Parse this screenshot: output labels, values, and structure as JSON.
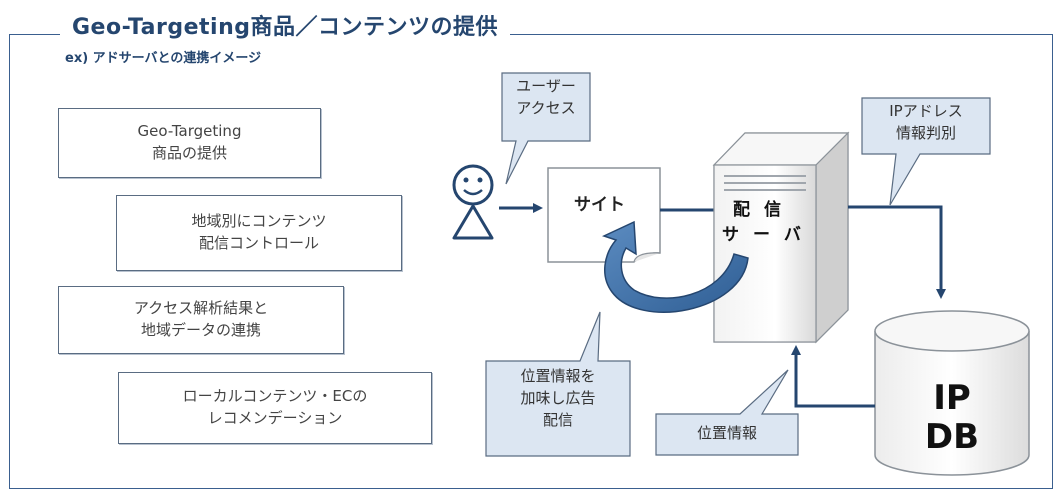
{
  "title": "Geo-Targeting商品／コンテンツの提供",
  "subtitle": "ex) アドサーバとの連携イメージ",
  "left_boxes": [
    "Geo-Targeting\n商品の提供",
    "地域別にコンテンツ\n配信コントロール",
    "アクセス解析結果と\n地域データの連携",
    "ローカルコンテンツ・ECの\nレコメンデーション"
  ],
  "callouts": {
    "user_access": "ユーザー\nアクセス",
    "ip_lookup": "IPアドレス\n情報判別",
    "ad_delivery": "位置情報を\n加味し広告\n配信",
    "location_info": "位置情報"
  },
  "nodes": {
    "site": "サイト",
    "server": "配信\nサーバ",
    "server_line1": "配信",
    "server_line2": "サーバ",
    "db": "IP\nDB"
  },
  "colors": {
    "accent": "#25466f",
    "callout_fill": "#dce6f2",
    "arrow": "#25466f",
    "curve_arrow": "#3d6fa6"
  }
}
